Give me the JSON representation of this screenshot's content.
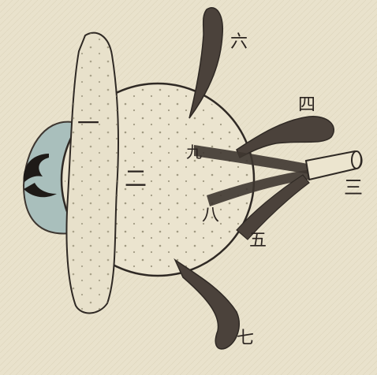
{
  "figure": {
    "labels": {
      "one": "一",
      "two": "二",
      "three": "三",
      "four": "四",
      "five": "五",
      "six": "六",
      "seven": "七",
      "eight": "八",
      "nine": "九"
    }
  }
}
